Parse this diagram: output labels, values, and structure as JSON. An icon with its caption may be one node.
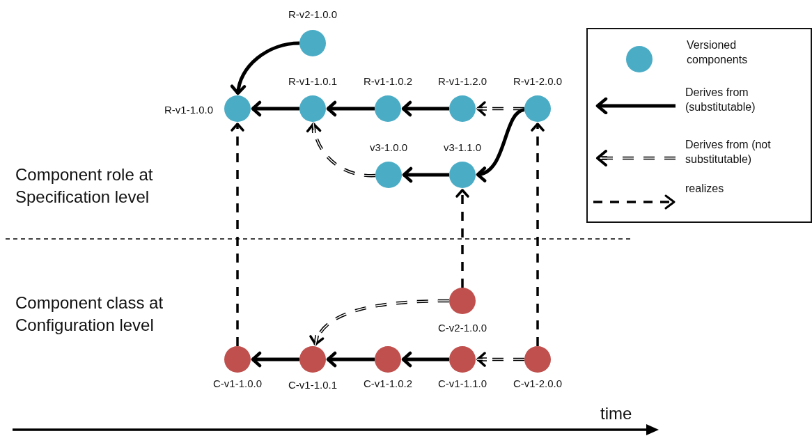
{
  "diagram": {
    "nodes": [
      {
        "text": [],
        "shape": "circle",
        "beside": [
          "R-v2-1.0.0"
        ]
      },
      {
        "text": [],
        "shape": "circle",
        "beside": [
          "R-v1-1.0.0"
        ]
      },
      {
        "text": [],
        "shape": "circle",
        "beside": [
          "R-v1-1.0.1"
        ]
      },
      {
        "text": [],
        "shape": "circle",
        "beside": [
          "R-v1-1.0.2"
        ]
      },
      {
        "text": [],
        "shape": "circle",
        "beside": [
          "R-v1-1.2.0"
        ]
      },
      {
        "text": [],
        "shape": "circle",
        "beside": [
          "R-v1-2.0.0"
        ]
      },
      {
        "text": [],
        "shape": "circle",
        "beside": [
          "v3-1.0.0"
        ]
      },
      {
        "text": [],
        "shape": "circle",
        "beside": [
          "v3-1.1.0"
        ]
      },
      {
        "text": [],
        "shape": "circle",
        "beside": [
          "C-v2-1.0.0"
        ]
      },
      {
        "text": [],
        "shape": "circle",
        "beside": [
          "C-v1-1.0.0"
        ]
      },
      {
        "text": [],
        "shape": "circle",
        "beside": [
          "C-v1-1.0.1"
        ]
      },
      {
        "text": [],
        "shape": "circle",
        "beside": [
          "C-v1-1.0.2"
        ]
      },
      {
        "text": [],
        "shape": "circle",
        "beside": [
          "C-v1-1.1.0"
        ]
      },
      {
        "text": [],
        "shape": "circle",
        "beside": [
          "C-v1-2.0.0"
        ]
      }
    ],
    "edges": [
      {
        "from": 0,
        "to": 1,
        "arrow": "to"
      },
      {
        "from": 2,
        "to": 1,
        "arrow": "to"
      },
      {
        "from": 3,
        "to": 2,
        "arrow": "to"
      },
      {
        "from": 4,
        "to": 3,
        "arrow": "to"
      },
      {
        "from": 5,
        "to": 4,
        "arrow": "to",
        "style": "dashed"
      },
      {
        "from": 5,
        "to": 7,
        "arrow": "to"
      },
      {
        "from": 7,
        "to": 6,
        "arrow": "to"
      },
      {
        "from": 6,
        "to": 2,
        "arrow": "to",
        "style": "dashed"
      },
      {
        "from": 9,
        "to": 1,
        "arrow": "to",
        "style": "dashed"
      },
      {
        "from": 8,
        "to": 7,
        "arrow": "to",
        "style": "dashed"
      },
      {
        "from": 13,
        "to": 5,
        "arrow": "to",
        "style": "dashed"
      },
      {
        "from": 10,
        "to": 9,
        "arrow": "to"
      },
      {
        "from": 11,
        "to": 10,
        "arrow": "to"
      },
      {
        "from": 12,
        "to": 11,
        "arrow": "to"
      },
      {
        "from": 13,
        "to": 12,
        "arrow": "to",
        "style": "dashed"
      },
      {
        "from": 8,
        "to": 10,
        "arrow": "to",
        "style": "dashed"
      }
    ],
    "labels": [
      "Component role at Specification level",
      "Component class at Configuration level",
      "time"
    ],
    "legend": [
      {
        "text": "Versioned components",
        "color": "#4bacc6"
      },
      {
        "text": "Derives from (substitutable)"
      },
      {
        "text": "Derives from (not substitutable)"
      },
      {
        "text": "realizes"
      }
    ]
  }
}
